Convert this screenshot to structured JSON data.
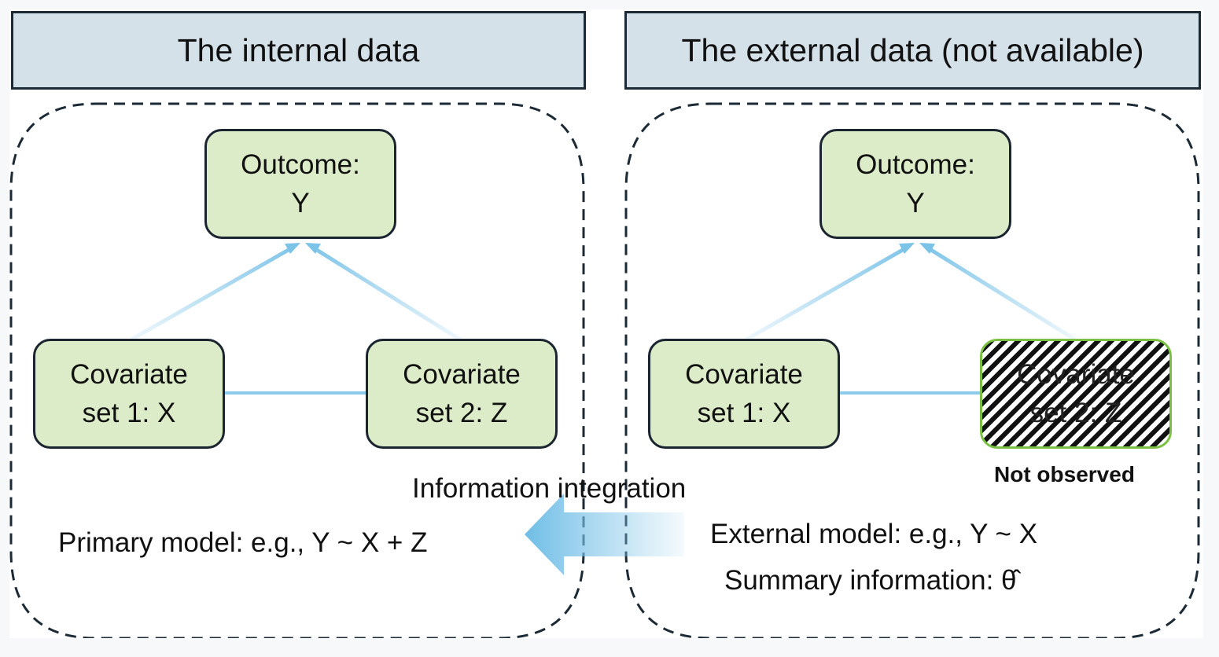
{
  "panels": {
    "internal": {
      "header": "The internal data",
      "outcome": [
        "Outcome:",
        "Y"
      ],
      "covariate1": [
        "Covariate",
        "set 1: X"
      ],
      "covariate2": [
        "Covariate",
        "set 2: Z"
      ],
      "model": "Primary model: e.g., Y ~ X + Z"
    },
    "external": {
      "header": "The external data (not available)",
      "outcome": [
        "Outcome:",
        "Y"
      ],
      "covariate1": [
        "Covariate",
        "set 1: X"
      ],
      "covariate2": [
        "Covariate",
        "set 2: Z"
      ],
      "not_observed": "Not observed",
      "model": "External model: e.g., Y ~ X",
      "summary": "Summary information: θ̂"
    }
  },
  "integration_label": "Information integration",
  "colors": {
    "header_fill": "#d4e1e9",
    "node_fill": "#dcecc8",
    "arrow_blue": "#7cc3e8",
    "hatch_border": "#7ac143"
  }
}
